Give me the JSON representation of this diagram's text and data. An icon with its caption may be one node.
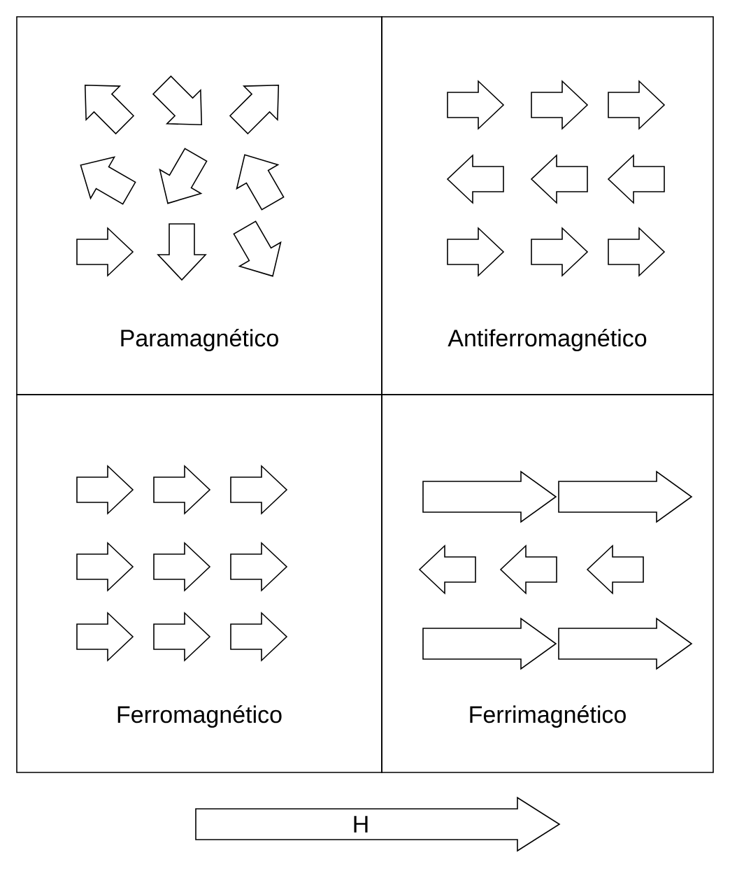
{
  "diagram": {
    "nodes": [
      {
        "text": [
          "Paramagnético"
        ]
      },
      {
        "text": [
          "Antiferromagnético"
        ]
      },
      {
        "text": [
          "Ferromagnético"
        ]
      },
      {
        "text": [
          "Ferrimagnético"
        ]
      },
      {
        "text": [
          "H"
        ]
      }
    ]
  }
}
